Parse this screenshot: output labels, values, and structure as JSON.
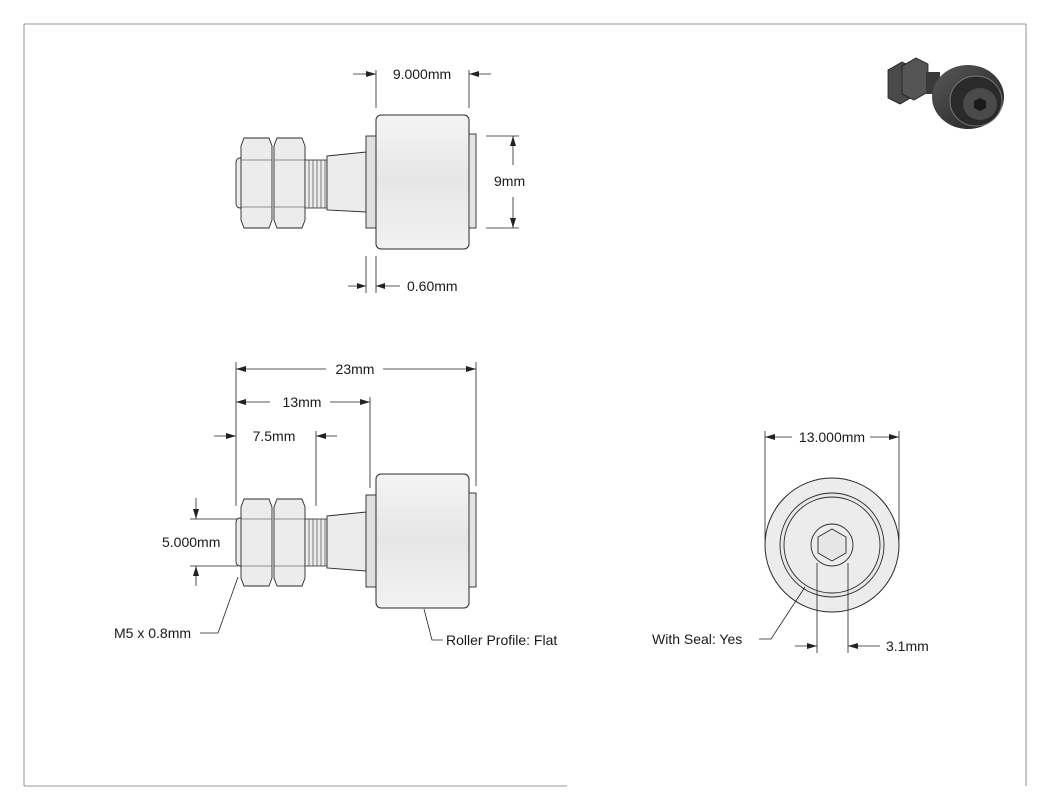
{
  "dimensions": {
    "top_width": "9.000mm",
    "top_height": "9mm",
    "top_flange": "0.60mm",
    "side_overall": "23mm",
    "side_stud": "13mm",
    "side_thread": "7.5mm",
    "side_stud_dia": "5.000mm",
    "end_dia": "13.000mm",
    "end_hex": "3.1mm"
  },
  "callouts": {
    "thread": "M5 x 0.8mm",
    "roller_profile": "Roller Profile: Flat",
    "seal": "With Seal: Yes"
  },
  "colors": {
    "part_fill": "#ececec",
    "part_stroke": "#2a2a2a",
    "dim_line": "#222222"
  }
}
